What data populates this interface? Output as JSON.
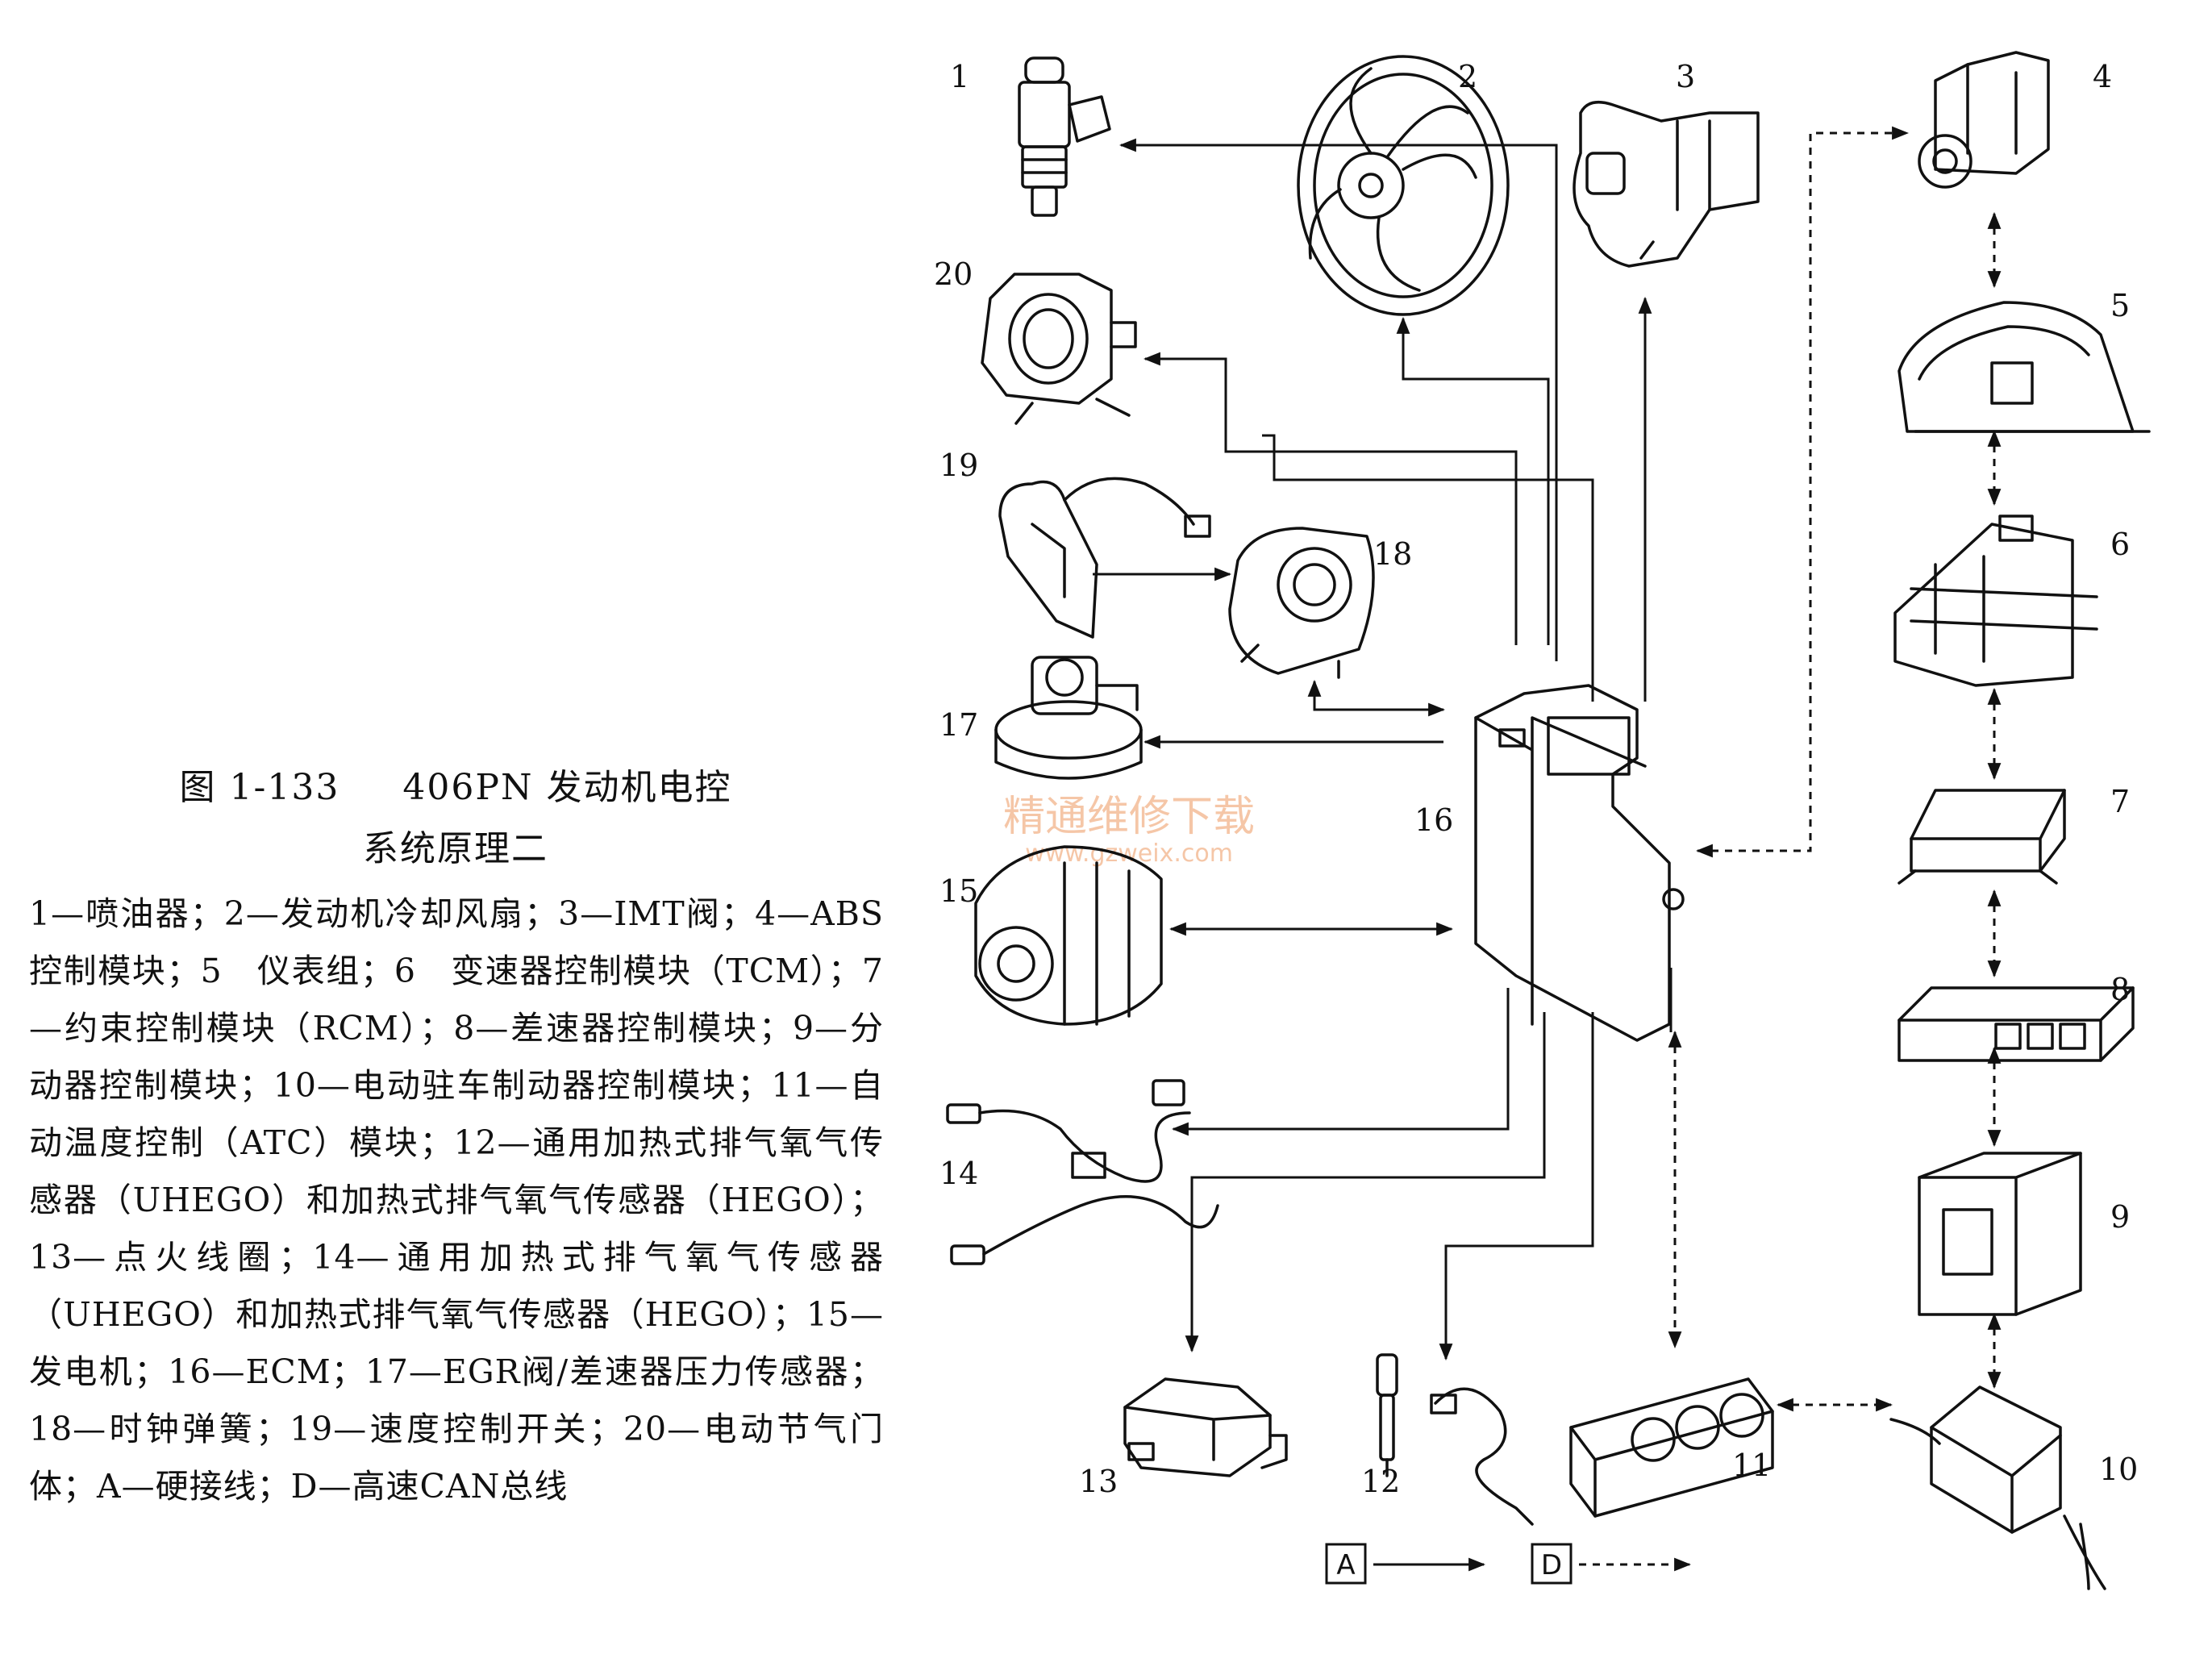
{
  "caption": {
    "figure": "图 1-133",
    "title_line1": "406PN 发动机电控",
    "title_line2": "系统原理二"
  },
  "legend_text": "1—喷油器；2—发动机冷却风扇；3—IMT阀；4—ABS控制模块；5　仪表组；6　变速器控制模块（TCM）；7—约束控制模块（RCM）；8—差速器控制模块；9—分动器控制模块；10—电动驻车制动器控制模块；11—自动温度控制（ATC）模块；12—通用加热式排气氧气传感器（UHEGO）和加热式排气氧气传感器（HEGO）；13—点火线圈；14—通用加热式排气氧气传感器（UHEGO）和加热式排气氧气传感器（HEGO）；15—发电机；16—ECM；17—EGR阀/差速器压力传感器；18—时钟弹簧；19—速度控制开关；20—电动节气门体；A—硬接线；D—高速CAN总线",
  "components": {
    "c1": "1",
    "c2": "2",
    "c3": "3",
    "c4": "4",
    "c5": "5",
    "c6": "6",
    "c7": "7",
    "c8": "8",
    "c9": "9",
    "c10": "10",
    "c11": "11",
    "c12": "12",
    "c13": "13",
    "c14": "14",
    "c15": "15",
    "c16": "16",
    "c17": "17",
    "c18": "18",
    "c19": "19",
    "c20": "20"
  },
  "line_key": {
    "hardwired": "A",
    "can_bus": "D"
  },
  "watermark": {
    "line1": "精通维修下载",
    "line2": "www.gzweix.com"
  },
  "colors": {
    "ink": "#111111",
    "watermark": "#f2b48a"
  }
}
